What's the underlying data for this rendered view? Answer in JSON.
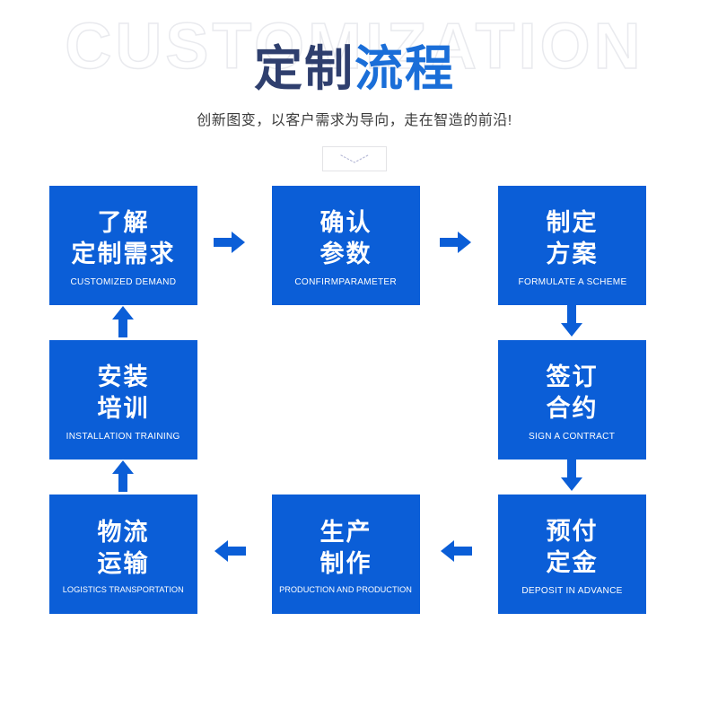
{
  "header": {
    "watermark": "CUSTOMIZATION",
    "title_part1": "定制",
    "title_part2": "流程",
    "subtitle": "创新图变，以客户需求为导向，走在智造的前沿!",
    "chevron_icon": "chevron-down-icon"
  },
  "colors": {
    "box_blue": "#0b5ed7",
    "arrow_blue": "#0b5ed7",
    "title_dark": "#2f3f6e",
    "title_blue": "#1a6ed8",
    "subtitle_gray": "#3c3c3c",
    "watermark_gray": "#e9eaee",
    "background": "#ffffff"
  },
  "chart_data": {
    "type": "diagram",
    "title": "定制流程",
    "subtitle": "创新图变，以客户需求为导向，走在智造的前沿!",
    "layout": "3x3 grid, snake flow, center cell empty",
    "steps": [
      {
        "index": 1,
        "cn_line1": "了解",
        "cn_line2": "定制需求",
        "en": "CUSTOMIZED DEMAND",
        "row": 1,
        "col": 1
      },
      {
        "index": 2,
        "cn_line1": "确认",
        "cn_line2": "参数",
        "en": "CONFIRMPARAMETER",
        "row": 1,
        "col": 2
      },
      {
        "index": 3,
        "cn_line1": "制定",
        "cn_line2": "方案",
        "en": "FORMULATE A SCHEME",
        "row": 1,
        "col": 3
      },
      {
        "index": 4,
        "cn_line1": "签订",
        "cn_line2": "合约",
        "en": "SIGN A CONTRACT",
        "row": 2,
        "col": 3
      },
      {
        "index": 5,
        "cn_line1": "预付",
        "cn_line2": "定金",
        "en": "DEPOSIT IN ADVANCE",
        "row": 3,
        "col": 3
      },
      {
        "index": 6,
        "cn_line1": "生产",
        "cn_line2": "制作",
        "en": "PRODUCTION AND PRODUCTION",
        "row": 3,
        "col": 2
      },
      {
        "index": 7,
        "cn_line1": "物流",
        "cn_line2": "运输",
        "en": "LOGISTICS TRANSPORTATION",
        "row": 3,
        "col": 1
      },
      {
        "index": 8,
        "cn_line1": "安装",
        "cn_line2": "培训",
        "en": "INSTALLATION TRAINING",
        "row": 2,
        "col": 1
      }
    ],
    "connectors": [
      {
        "from": 1,
        "to": 2,
        "direction": "right"
      },
      {
        "from": 2,
        "to": 3,
        "direction": "right"
      },
      {
        "from": 3,
        "to": 4,
        "direction": "down"
      },
      {
        "from": 4,
        "to": 5,
        "direction": "down"
      },
      {
        "from": 5,
        "to": 6,
        "direction": "left"
      },
      {
        "from": 6,
        "to": 7,
        "direction": "left"
      },
      {
        "from": 7,
        "to": 8,
        "direction": "up"
      },
      {
        "from": 8,
        "to": 1,
        "direction": "up"
      }
    ]
  }
}
